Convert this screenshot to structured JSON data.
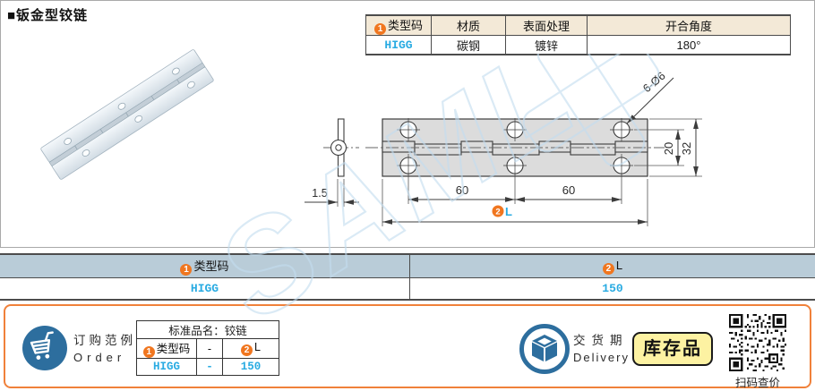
{
  "colors": {
    "accent_orange": "#f0761f",
    "box_border_orange": "#f0813a",
    "blue_code_text": "#29abe2",
    "icon_blue": "#2d6e9e",
    "spec_header_beige": "#f3e9d7",
    "size_header_bluegray": "#b9ccd8",
    "badge_yellow": "#fdf2a2",
    "watermark_blue": "#c3ddf0",
    "drawing_gray_fill": "#dcdcdc"
  },
  "page": {
    "title": "■钣金型铰链"
  },
  "spec_table": {
    "h1_num": "1",
    "h1": "类型码",
    "h2": "材质",
    "h3": "表面处理",
    "h4": "开合角度",
    "v1": "HIGG",
    "v2": "碳钢",
    "v3": "镀锌",
    "v4": "180°"
  },
  "drawing": {
    "hole_label": "6-Ø6",
    "dim_inner": "20",
    "dim_outer": "32",
    "pitch1": "60",
    "pitch2": "60",
    "len_num": "2",
    "len_label": "L",
    "thickness": "1.5"
  },
  "size_table": {
    "h1_num": "1",
    "h1": "类型码",
    "h2_num": "2",
    "h2": "L",
    "v1": "HIGG",
    "v2": "150"
  },
  "order": {
    "title_cn": "订购范例",
    "title_en": "Order",
    "table_title": "标准品名：铰链",
    "c1_num": "1",
    "c1": "类型码",
    "dash": "-",
    "c2_num": "2",
    "c2": "L",
    "v1": "HIGG",
    "v_dash": "-",
    "v2": "150"
  },
  "delivery": {
    "title_cn": "交货期",
    "title_en": "Delivery",
    "badge": "库存品",
    "qr_caption": "扫码查价"
  },
  "watermark": {
    "text": "SAML"
  }
}
